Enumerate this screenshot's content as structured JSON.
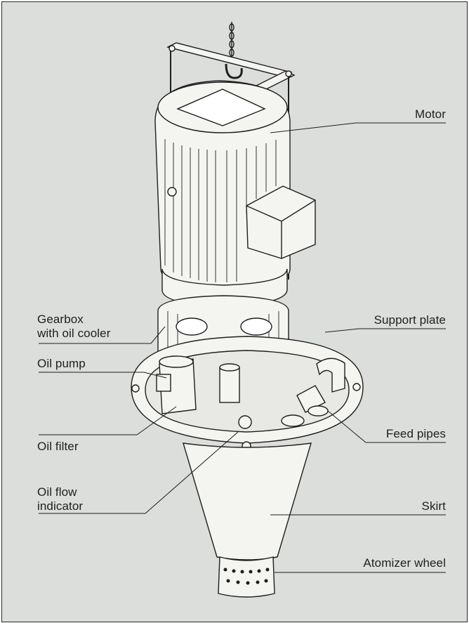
{
  "labels": {
    "motor": "Motor",
    "gearbox_line1": "Gearbox",
    "gearbox_line2": "with oil cooler",
    "support_plate": "Support plate",
    "oil_pump": "Oil pump",
    "feed_pipes": "Feed pipes",
    "oil_filter": "Oil filter",
    "oil_flow_line1": "Oil flow",
    "oil_flow_line2": "indicator",
    "skirt": "Skirt",
    "atomizer_wheel": "Atomizer wheel"
  },
  "colors": {
    "background": "#dcdedb",
    "frame_border": "#2a2a2a",
    "line": "#1e1e1e",
    "metal_fill": "#f4f4f1"
  }
}
